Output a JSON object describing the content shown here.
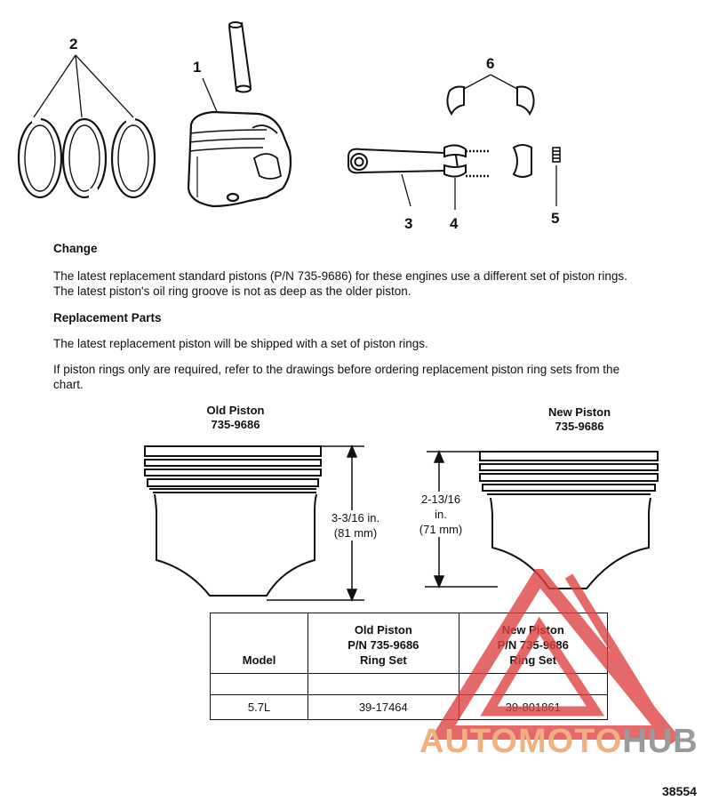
{
  "callouts": [
    "1",
    "2",
    "3",
    "4",
    "5",
    "6"
  ],
  "change": {
    "heading": "Change",
    "line1": "The latest replacement standard pistons (P/N 735-9686) for these engines use a different set of piston rings.",
    "line2": "The latest piston's oil ring groove is not as deep as the older piston."
  },
  "replacement": {
    "heading": "Replacement Parts",
    "para1": "The latest replacement piston will be shipped with a set of piston rings.",
    "para2_line1": "If piston rings only are required, refer to the drawings before ordering replacement piston ring sets from the",
    "para2_line2": "chart."
  },
  "old_piston": {
    "title": "Old Piston",
    "part": "735-9686",
    "dim_value": "3-3/16 in.",
    "dim_metric": "(81 mm)"
  },
  "new_piston": {
    "title": "New Piston",
    "part": "735-9686",
    "dim_value": "2-13/16",
    "dim_unit": "in.",
    "dim_metric": "(71 mm)"
  },
  "table": {
    "headers": {
      "model": "Model",
      "old": [
        "Old Piston",
        "P/N 735-9686",
        "Ring Set"
      ],
      "new": [
        "New Piston",
        "P/N 735-9686",
        "Ring Set"
      ]
    },
    "rows": [
      {
        "model": "5.7L",
        "old": "39-17464",
        "new": "39-801861"
      }
    ]
  },
  "watermark": {
    "text_a": "AUTOMOTO",
    "text_b": "HUB",
    "color_a": "#f0b080",
    "color_b": "#9a9a9a",
    "triangle_color": "#e04040"
  },
  "doc_number": "38554"
}
